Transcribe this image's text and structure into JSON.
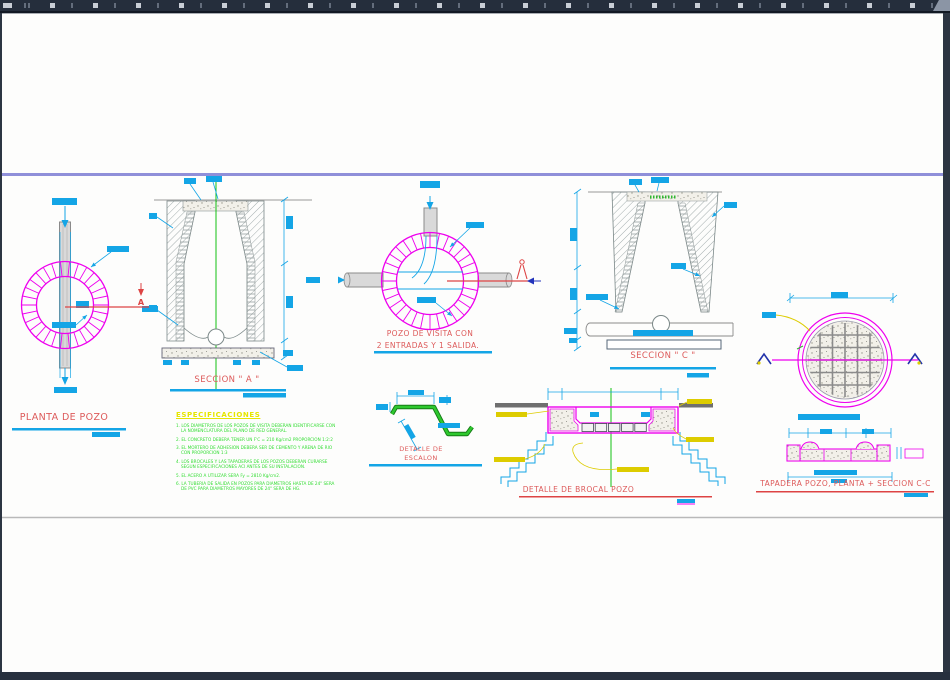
{
  "colors": {
    "cyan": "#14a5e6",
    "magenta": "#ee00ee",
    "red_title": "#dd5a5a",
    "centerline_green": "#12c112",
    "step_green": "#2ec82e",
    "yellow": "#ddcc00",
    "notes_green": "#33dd33",
    "title_yellow": "#e6e600",
    "lavender": "#8f8fd9"
  },
  "drawings": {
    "planta_pozo": {
      "title": "PLANTA DE POZO",
      "section_marker": "A"
    },
    "seccion_a": {
      "title": "SECCION \" A \""
    },
    "pozo_visita": {
      "title_line1": "POZO DE VISITA CON",
      "title_line2": "2 ENTRADAS Y 1 SALIDA."
    },
    "seccion_c": {
      "title": "SECCION \" C \""
    },
    "tapadera": {
      "title": "TAPADERA POZO, PLANTA + SECCION C-C"
    },
    "escalon": {
      "title_line1": "DETALLE DE",
      "title_line2": "ESCALON"
    },
    "brocal": {
      "title": "DETALLE DE BROCAL POZO"
    }
  },
  "specifications": {
    "title": "ESPECIFICACIONES",
    "notes": [
      "1. LOS DIAMETROS DE LOS POZOS DE VISITA DEBERAN IDENTIFICARSE CON LA NOMENCLATURA DEL PLANO DE RED GENERAL.",
      "2. EL CONCRETO DEBERA TENER UN F'C = 210 Kg/cm2 PROPORCION 1:2:2",
      "3. EL MORTERO DE ADHESION DEBERA SER DE CEMENTO Y ARENA DE RIO CON PROPORCION 1:3",
      "4. LOS BROCALES Y LAS TAPADERAS DE LOS POZOS DEBERAN CURARSE SEGUN ESPECIFICACIONES ACI ANTES DE SU INSTALACION.",
      "5. EL ACERO A UTILIZAR SERA Fy = 2810 Kg/cm2.",
      "6. LA TUBERIA DE SALIDA EN POZOS PARA DIAMETROS HASTA DE 24\" SERA DE PVC PARA DIAMETROS MAYORES DE 24\" SERA DE HG."
    ]
  }
}
